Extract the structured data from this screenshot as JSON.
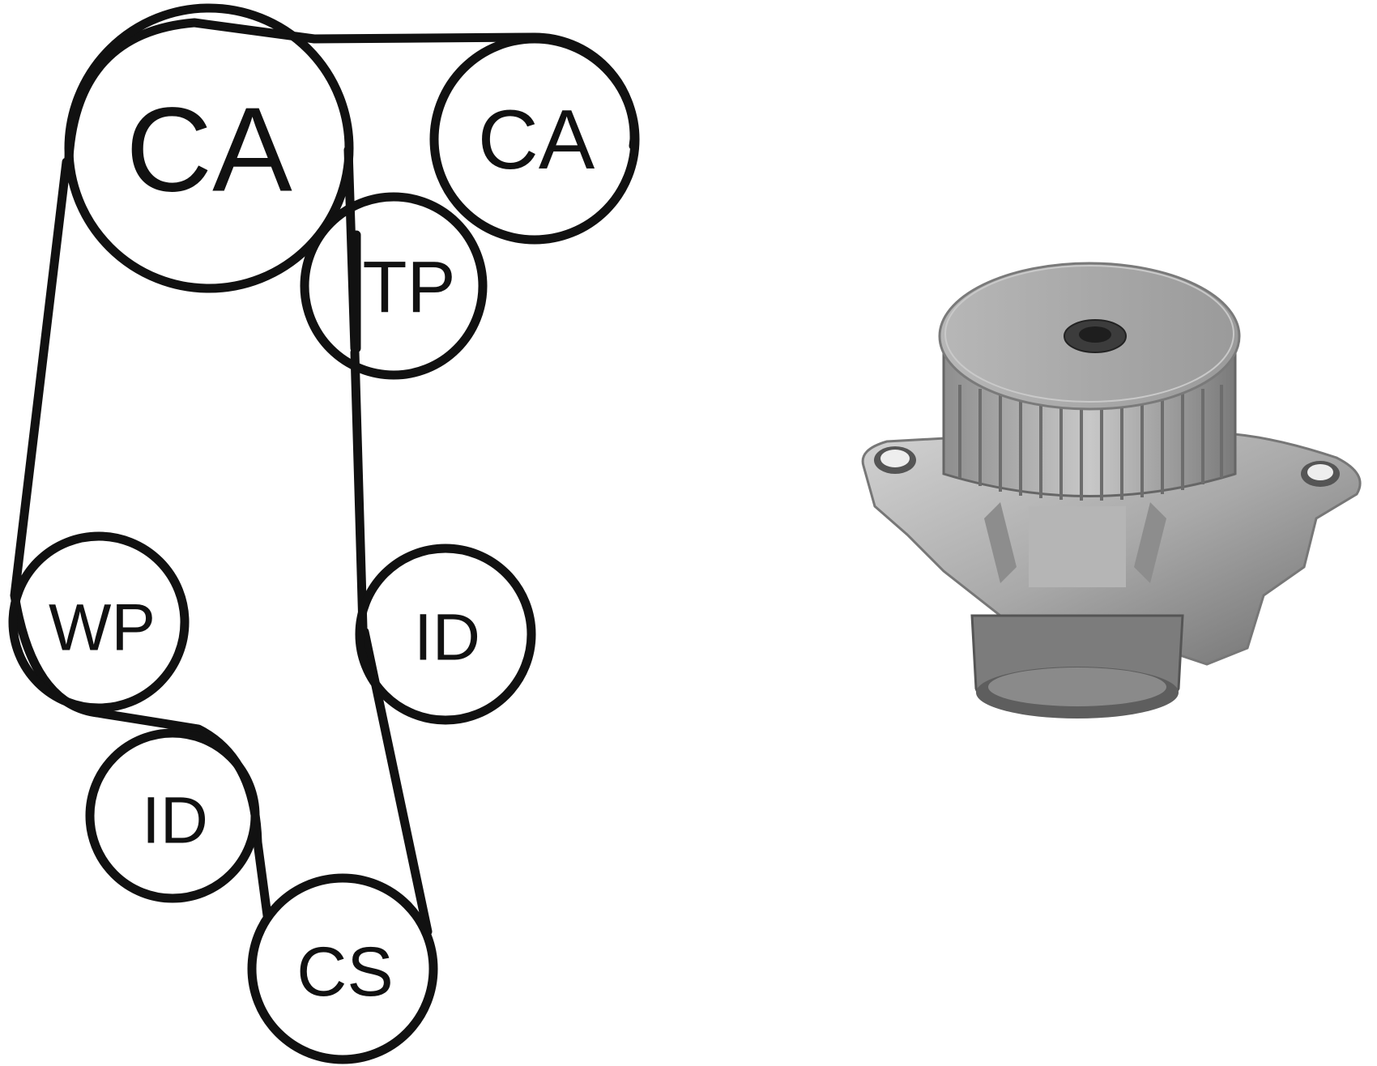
{
  "diagram": {
    "pulleys": [
      {
        "id": "cam-large",
        "label": "CA"
      },
      {
        "id": "cam-small",
        "label": "CA"
      },
      {
        "id": "tensioner",
        "label": "TP"
      },
      {
        "id": "water-pump",
        "label": "WP"
      },
      {
        "id": "idler-right",
        "label": "ID"
      },
      {
        "id": "idler-lower",
        "label": "ID"
      },
      {
        "id": "crankshaft",
        "label": "CS"
      }
    ]
  },
  "colors": {
    "line": "#111111",
    "pump_body": "#a9a9a9",
    "pump_shadow": "#6e6e6e",
    "pump_highlight": "#d2d2d2"
  },
  "product_image": {
    "icon": "water-pump-icon"
  }
}
